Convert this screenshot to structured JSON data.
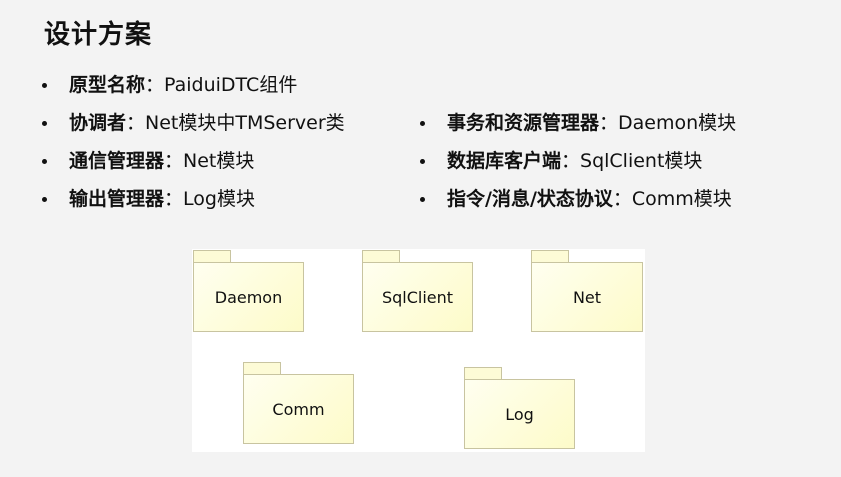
{
  "slide": {
    "title": "设计方案"
  },
  "bullets_left": [
    {
      "term": "原型名称",
      "desc": "：PaiduiDTC组件"
    },
    {
      "term": "协调者",
      "desc": "：Net模块中TMServer类"
    },
    {
      "term": "通信管理器",
      "desc": "：Net模块"
    },
    {
      "term": "输出管理器",
      "desc": "：Log模块"
    }
  ],
  "bullets_right": [
    {
      "term": "事务和资源管理器",
      "desc": "：Daemon模块"
    },
    {
      "term": "数据库客户端",
      "desc": "：SqlClient模块"
    },
    {
      "term": "指令/消息/状态协议",
      "desc": "：Comm模块"
    }
  ],
  "diagram": {
    "packages": [
      "Daemon",
      "SqlClient",
      "Net",
      "Comm",
      "Log"
    ]
  },
  "colors": {
    "package_fill": "#fdfbc9",
    "package_border": "#c8c4a0",
    "background": "#f3f3f3"
  }
}
